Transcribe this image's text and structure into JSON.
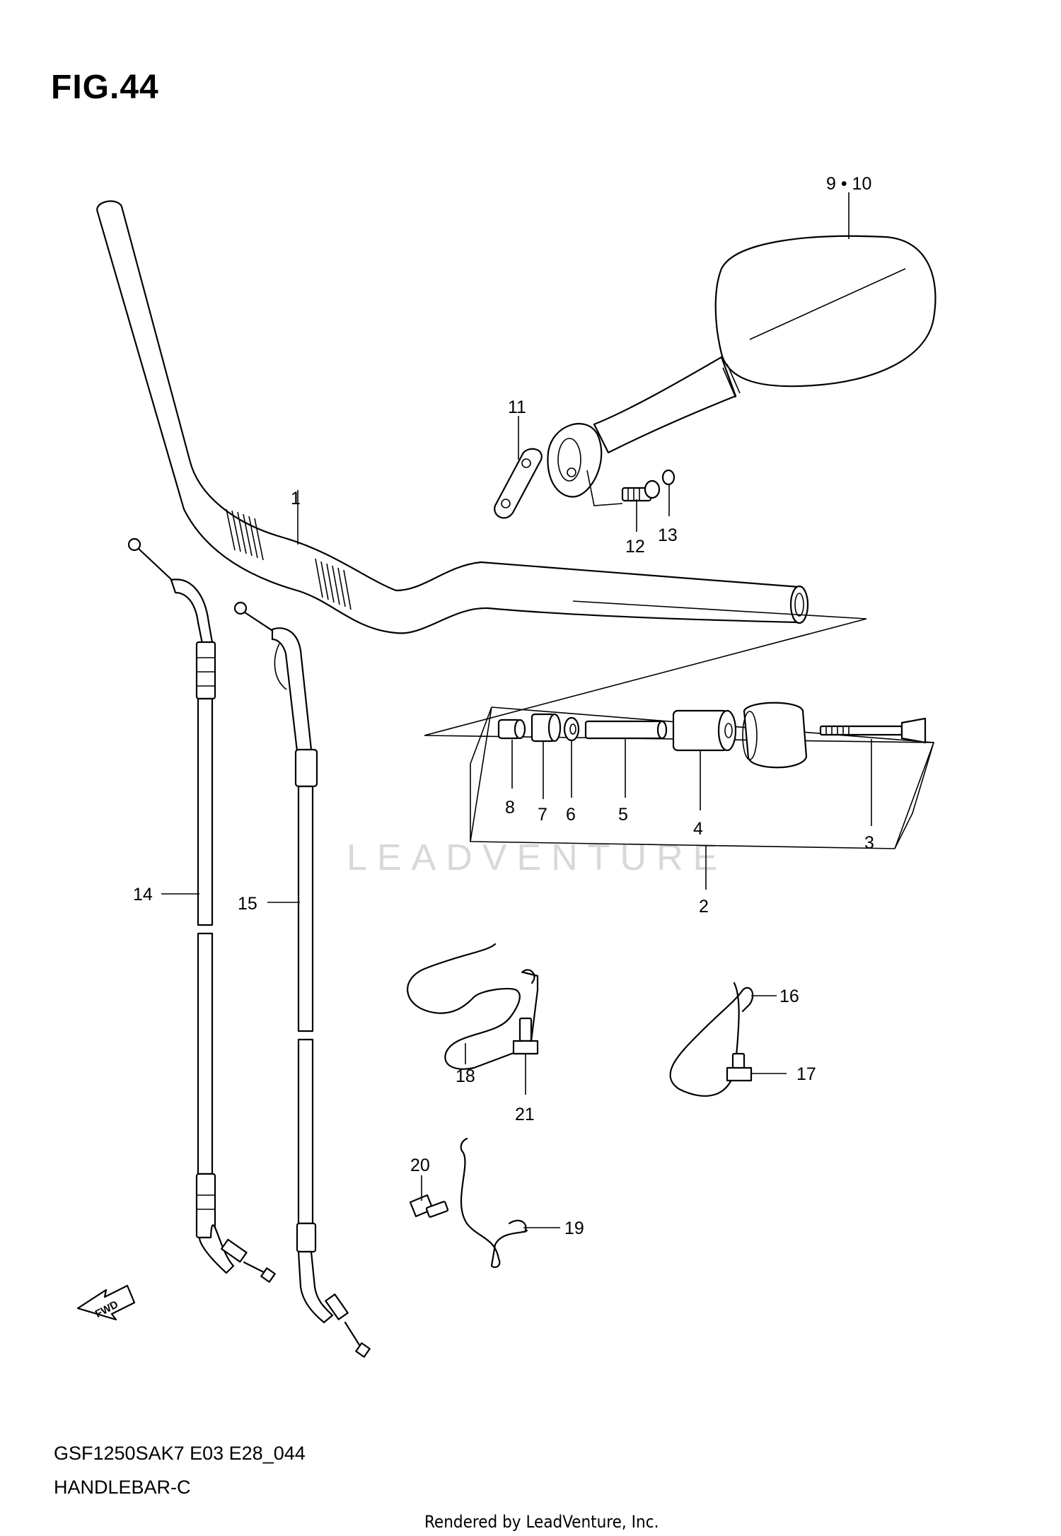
{
  "figure": {
    "title": "FIG.44"
  },
  "footer": {
    "code": "GSF1250SAK7 E03 E28_044",
    "name": "HANDLEBAR-C"
  },
  "credit": "Rendered by LeadVenture, Inc.",
  "watermark": "LEADVENTURE",
  "fwd_label": "FWD",
  "callouts": {
    "c1": "1",
    "c2": "2",
    "c3": "3",
    "c4": "4",
    "c5": "5",
    "c6": "6",
    "c7": "7",
    "c8": "8",
    "c9_10": "9 • 10",
    "c11": "11",
    "c12": "12",
    "c13": "13",
    "c14": "14",
    "c15": "15",
    "c16": "16",
    "c17": "17",
    "c18": "18",
    "c19": "19",
    "c20": "20",
    "c21": "21"
  }
}
